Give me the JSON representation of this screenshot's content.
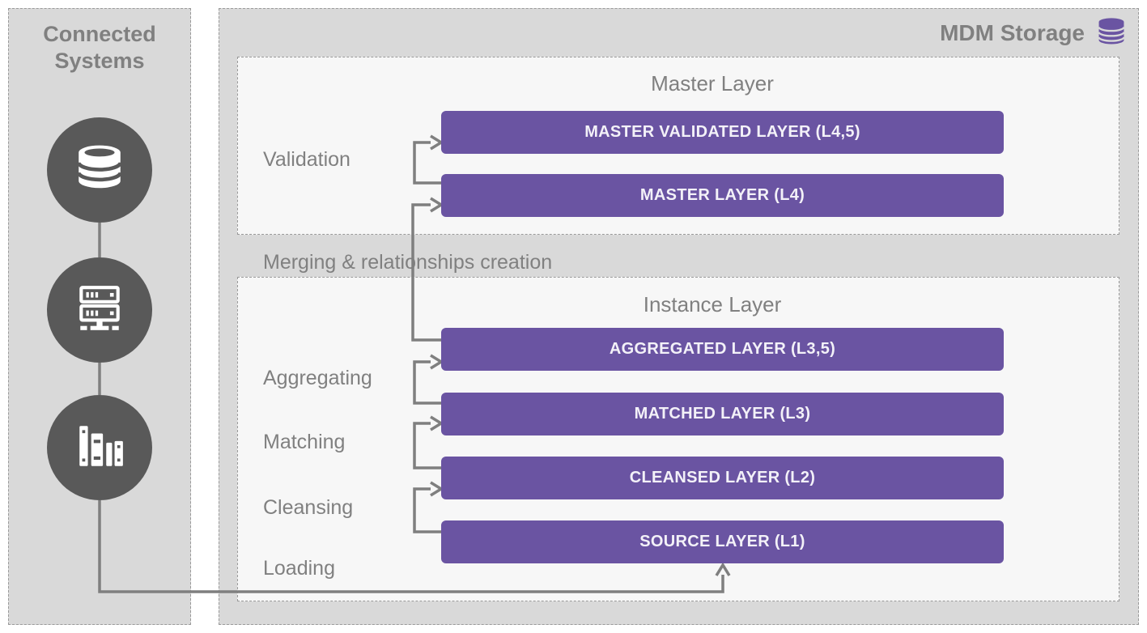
{
  "colors": {
    "panel_background": "#d9d9d9",
    "box_background": "#f7f7f7",
    "accent_purple": "#6a54a2",
    "circle_dark_gray": "#595959",
    "connector_gray": "#7f7f7f",
    "label_gray": "#808080",
    "bar_text": "#f3f1f8"
  },
  "connected_systems": {
    "title": "Connected Systems",
    "icons": [
      {
        "name": "database-icon"
      },
      {
        "name": "server-icon"
      },
      {
        "name": "bookshelf-icon"
      }
    ]
  },
  "mdm": {
    "title": "MDM Storage",
    "storage_icon": "database-cylinder-icon",
    "master": {
      "title": "Master Layer",
      "process_label": "Validation",
      "bars": [
        {
          "label": "MASTER VALIDATED LAYER (L4,5)"
        },
        {
          "label": "MASTER LAYER (L4)"
        }
      ]
    },
    "between_label": "Merging & relationships creation",
    "instance": {
      "title": "Instance Layer",
      "process_labels": [
        "Aggregating",
        "Matching",
        "Cleansing",
        "Loading"
      ],
      "bars": [
        {
          "label": "AGGREGATED LAYER (L3,5)"
        },
        {
          "label": "MATCHED LAYER (L3)"
        },
        {
          "label": "CLEANSED LAYER (L2)"
        },
        {
          "label": "SOURCE LAYER (L1)"
        }
      ]
    }
  }
}
